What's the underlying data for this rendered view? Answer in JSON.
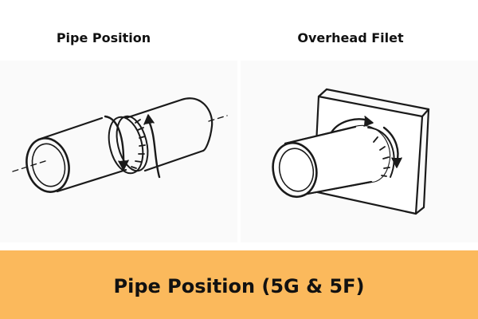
{
  "panels": [
    {
      "title": "Pipe Position",
      "illustration": "horizontal-pipe-weld-diagram"
    },
    {
      "title": "Overhead Filet",
      "illustration": "pipe-to-plate-fillet-weld-diagram"
    }
  ],
  "footer": {
    "text": "Pipe Position (5G & 5F)"
  },
  "colors": {
    "footer_background": "#FBB95C",
    "line": "#1a1a1a",
    "panel_background": "#fafafa"
  }
}
